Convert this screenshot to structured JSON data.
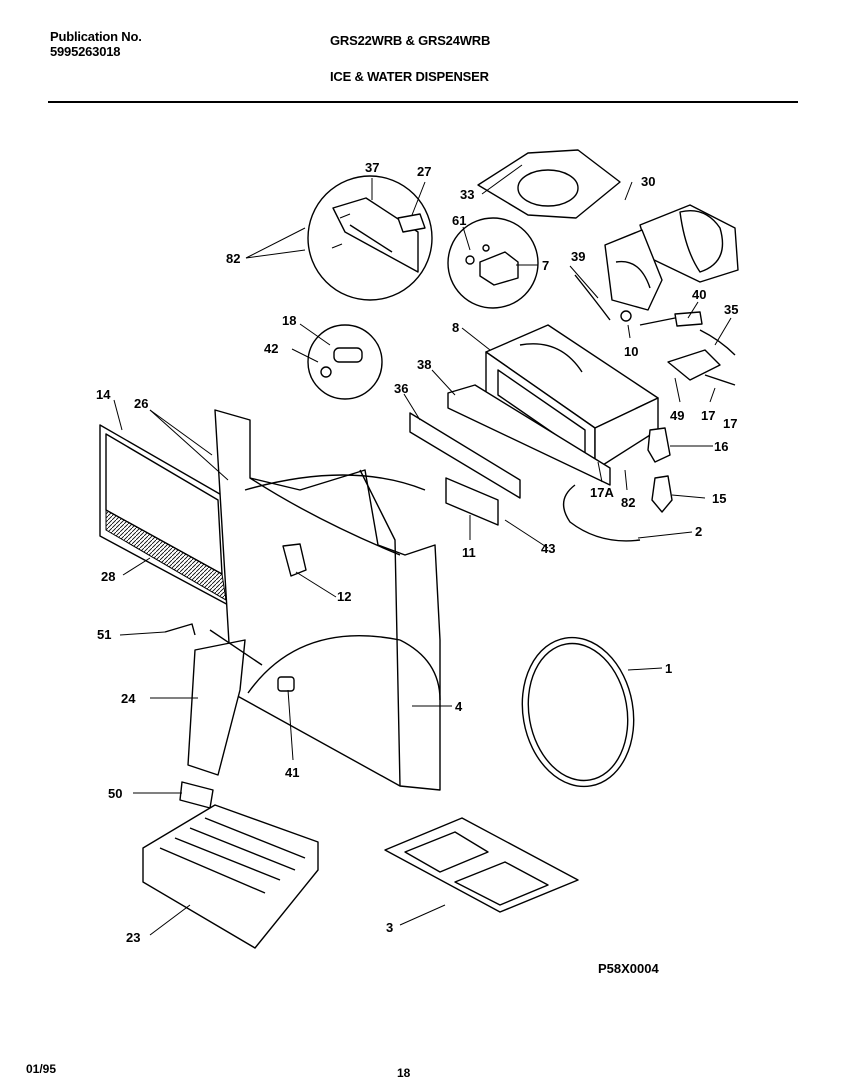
{
  "header": {
    "publication_label": "Publication No.",
    "publication_number": "5995263018",
    "models": "GRS22WRB & GRS24WRB",
    "section_title": "ICE & WATER DISPENSER"
  },
  "diagram": {
    "callouts": [
      "37",
      "27",
      "33",
      "30",
      "61",
      "7",
      "39",
      "40",
      "35",
      "82",
      "8",
      "10",
      "18",
      "42",
      "38",
      "49",
      "17",
      "17",
      "14",
      "26",
      "36",
      "16",
      "17A",
      "82",
      "15",
      "2",
      "11",
      "43",
      "28",
      "12",
      "51",
      "1",
      "24",
      "4",
      "41",
      "50",
      "23",
      "3"
    ],
    "drawing_code": "P58X0004"
  },
  "footer": {
    "date": "01/95",
    "page_number": "18"
  }
}
